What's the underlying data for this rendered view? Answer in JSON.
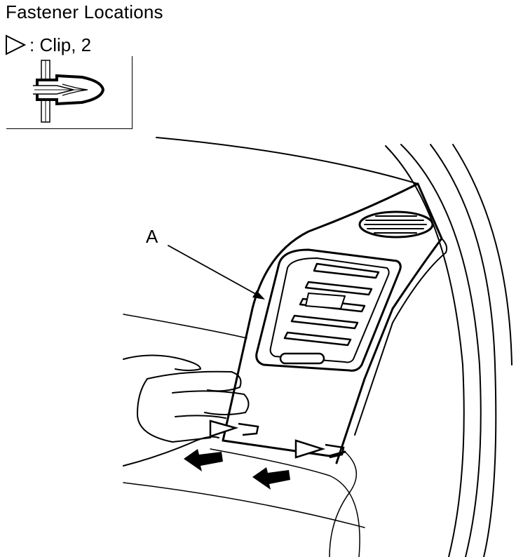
{
  "title": "Fastener Locations",
  "legend": {
    "symbol": "clip-triangle-icon",
    "text": ": Clip, 2"
  },
  "callouts": {
    "a": "A"
  }
}
